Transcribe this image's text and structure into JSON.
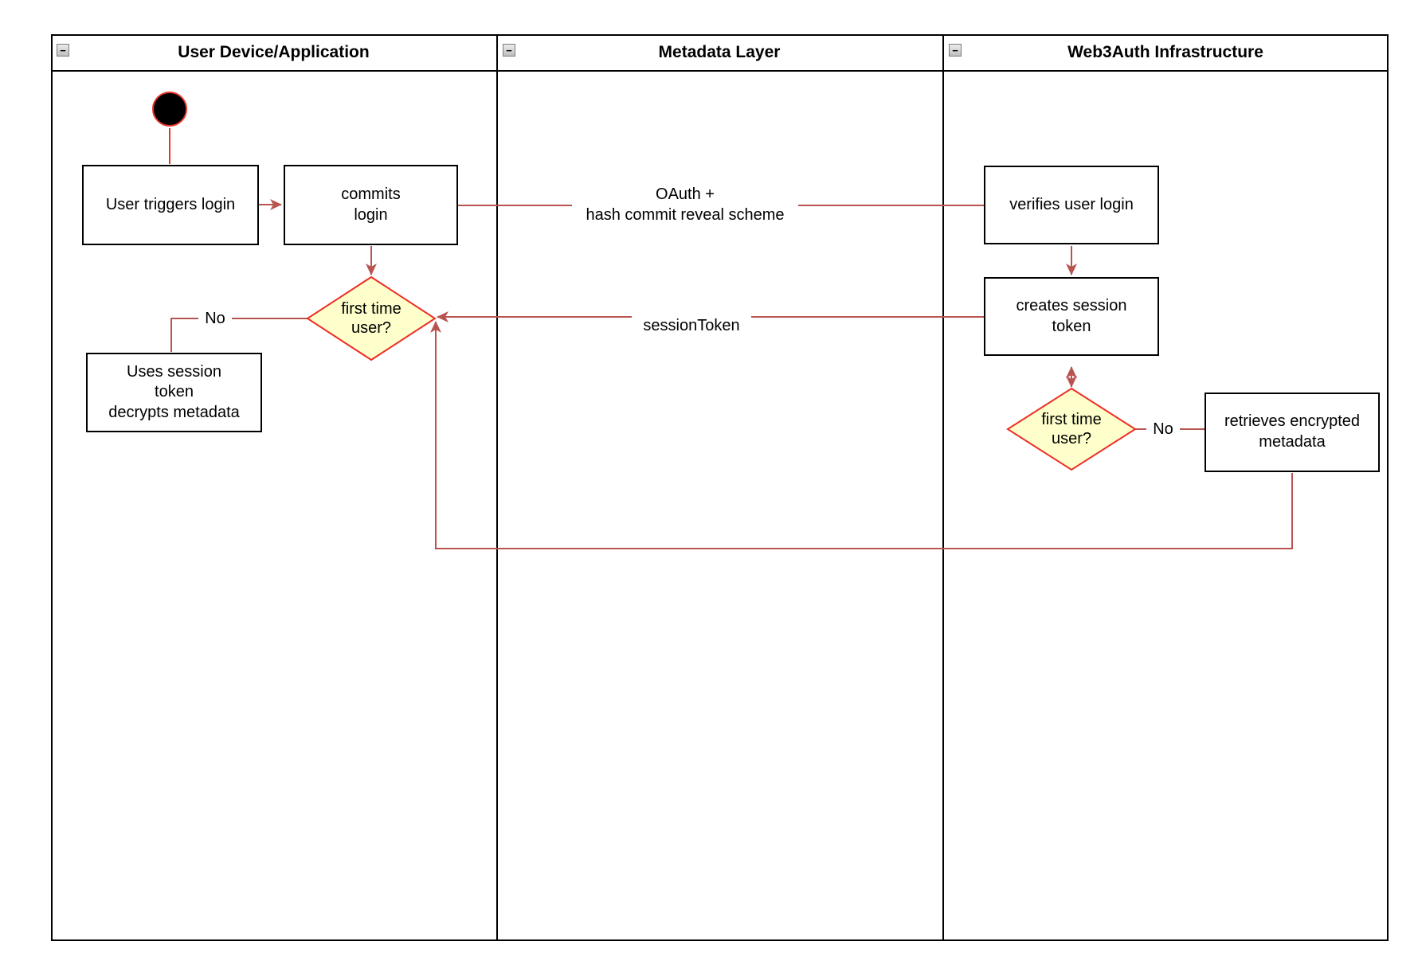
{
  "lanes": [
    {
      "label": "User Device/Application",
      "collapse_glyph": "−"
    },
    {
      "label": "Metadata Layer",
      "collapse_glyph": "−"
    },
    {
      "label": "Web3Auth Infrastructure",
      "collapse_glyph": "−"
    }
  ],
  "nodes": {
    "user_triggers_login": {
      "label": "User triggers login"
    },
    "commits_login": {
      "label": "commits\nlogin"
    },
    "verifies_user_login": {
      "label": "verifies user login"
    },
    "creates_session_token": {
      "label": "creates session\ntoken"
    },
    "retrieves_encrypted_metadata": {
      "label": "retrieves encrypted\nmetadata"
    },
    "uses_session_token": {
      "label": "Uses session\ntoken\ndecrypts metadata"
    },
    "decision_first_time_user_device": {
      "label": "first time\nuser?"
    },
    "decision_first_time_web3auth": {
      "label": "first time\nuser?"
    }
  },
  "edge_labels": {
    "oauth": "OAuth +\nhash commit reveal scheme",
    "session_token": "sessionToken",
    "no_user_device": "No",
    "no_web3auth": "No"
  },
  "colors": {
    "connector": "#b85450",
    "start_accent": "#e8352a",
    "decision_border": "#ed2f24",
    "decision_fill": "#ffffcc",
    "node_border": "#000000",
    "node_fill": "#ffffff"
  }
}
